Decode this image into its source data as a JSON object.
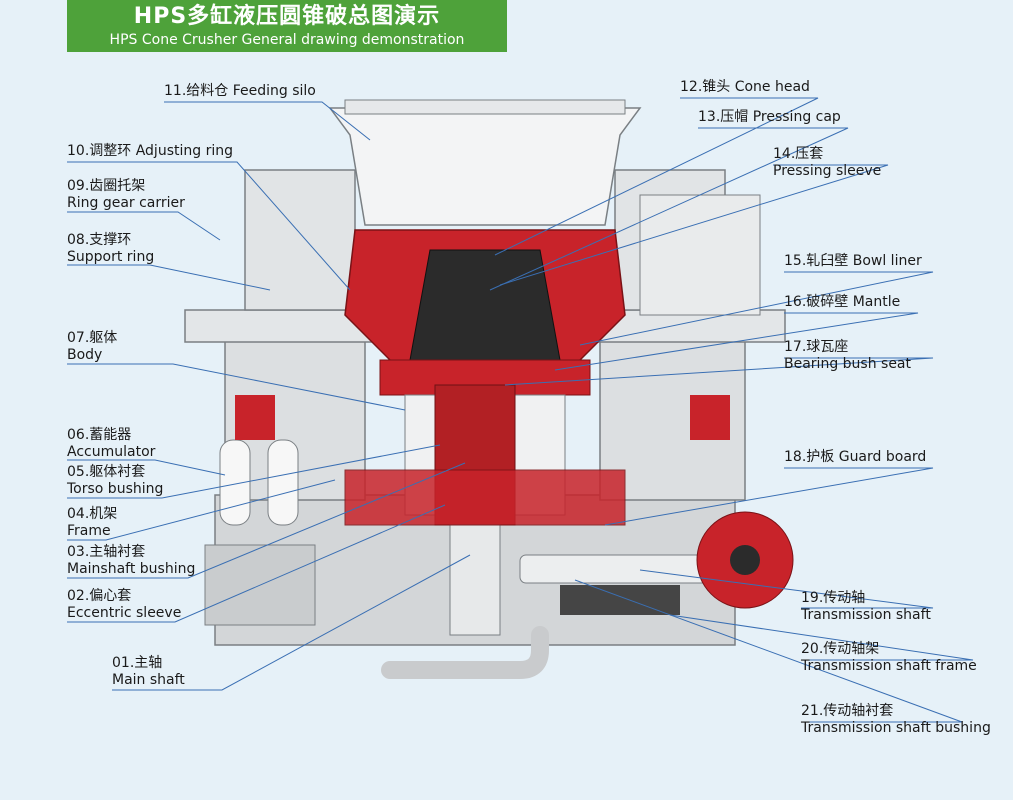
{
  "header": {
    "title_cn": "HPS多缸液压圆锥破总图演示",
    "title_en": "HPS Cone Crusher General drawing demonstration"
  },
  "labels": [
    {
      "id": "01",
      "cn": "01.主轴",
      "en": "Main shaft"
    },
    {
      "id": "02",
      "cn": "02.偏心套",
      "en": "Eccentric sleeve"
    },
    {
      "id": "03",
      "cn": "03.主轴衬套",
      "en": "Mainshaft bushing"
    },
    {
      "id": "04",
      "cn": "04.机架",
      "en": "Frame"
    },
    {
      "id": "05",
      "cn": "05.躯体衬套",
      "en": "Torso bushing"
    },
    {
      "id": "06",
      "cn": "06.蓄能器",
      "en": "Accumulator"
    },
    {
      "id": "07",
      "cn": "07.躯体",
      "en": "Body"
    },
    {
      "id": "08",
      "cn": "08.支撑环",
      "en": "Support ring"
    },
    {
      "id": "09",
      "cn": "09.齿圈托架",
      "en": "Ring gear carrier"
    },
    {
      "id": "10",
      "cn": "10.调整环 Adjusting ring",
      "en": ""
    },
    {
      "id": "11",
      "cn": "11.给料仓 Feeding silo",
      "en": ""
    },
    {
      "id": "12",
      "cn": "12.锥头 Cone head",
      "en": ""
    },
    {
      "id": "13",
      "cn": "13.压帽 Pressing cap",
      "en": ""
    },
    {
      "id": "14",
      "cn": "14.压套",
      "en": "Pressing sleeve"
    },
    {
      "id": "15",
      "cn": "15.轧臼壁 Bowl liner",
      "en": ""
    },
    {
      "id": "16",
      "cn": "16.破碎壁 Mantle",
      "en": ""
    },
    {
      "id": "17",
      "cn": "17.球瓦座",
      "en": "Bearing bush seat"
    },
    {
      "id": "18",
      "cn": "18.护板 Guard board",
      "en": ""
    },
    {
      "id": "19",
      "cn": "19.传动轴",
      "en": "Transmission shaft"
    },
    {
      "id": "20",
      "cn": "20.传动轴架",
      "en": "Transmission shaft frame"
    },
    {
      "id": "21",
      "cn": "21.传动轴衬套",
      "en": "Transmission shaft bushing"
    }
  ],
  "colors": {
    "background": "#e6f1f8",
    "banner": "#4ea23a",
    "machine_red": "#c8232a",
    "machine_grey": "#d9dcde",
    "leader_line": "#3a6fb3"
  }
}
